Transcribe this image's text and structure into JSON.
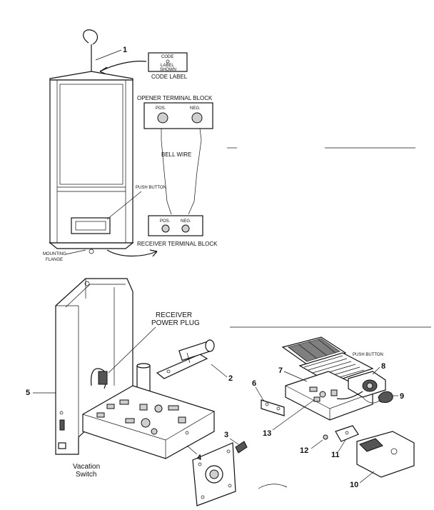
{
  "top_view": {
    "part_1": "1",
    "code_label_box": {
      "line1": "CODE",
      "line2": "LABEL",
      "line3": "SHOWN"
    },
    "code_label_caption": "CODE LABEL",
    "opener_block_title": "OPENER TERMINAL BLOCK",
    "opener_pos": "POS.",
    "opener_neg": "NEG.",
    "bell_wire": "BELL WIRE",
    "push_button": "PUSH BUTTON",
    "receiver_pos": "POS.",
    "receiver_neg": "NEG.",
    "receiver_block_title": "RECEIVER TERMINAL BLOCK",
    "mounting_flange_1": "MOUNTING",
    "mounting_flange_2": "FLANGE"
  },
  "left_view": {
    "receiver_power_plug_1": "RECEIVER",
    "receiver_power_plug_2": "POWER PLUG",
    "part_2": "2",
    "part_3": "3",
    "part_4": "4",
    "part_5": "5",
    "vacation_switch_1": "Vacation",
    "vacation_switch_2": "Switch"
  },
  "right_view": {
    "push_button": "PUSH BUTTON",
    "part_6": "6",
    "part_7": "7",
    "part_8": "8",
    "part_9": "9",
    "part_10": "10",
    "part_11": "11",
    "part_12": "12",
    "part_13": "13"
  }
}
